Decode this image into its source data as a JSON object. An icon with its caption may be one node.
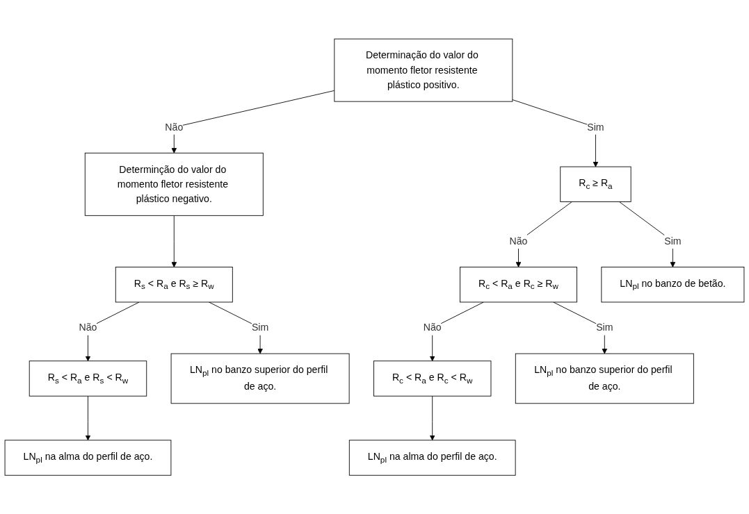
{
  "diagram": {
    "nodes": [
      {
        "text": [
          "Determinação do valor do momento fletor resistente plástico positivo."
        ]
      },
      {
        "text": [
          "Determinção do valor do momento fletor resistente plástico negativo."
        ]
      },
      {
        "text": [
          "R$_{c}$ ≥ R$_{a}$"
        ]
      },
      {
        "text": [
          "R$_{c}$ < R$_{a}$ e R$_{c}$ ≥ R$_{w}$"
        ]
      },
      {
        "text": [
          "LN$_{pl}$ no banzo de betão."
        ]
      },
      {
        "text": [
          "R$_{c}$ < R$_{a}$ e R$_{c}$ < R$_{w}$"
        ]
      },
      {
        "text": [
          "LN$_{pl}$ no banzo superior do perfil de aço."
        ]
      },
      {
        "text": [
          "LN$_{pl}$ na alma do perfil de aço."
        ]
      },
      {
        "text": [
          "R$_{s}$ < R$_{a}$ e R$_{s}$ ≥ R$_{w}$"
        ]
      },
      {
        "text": [
          "R$_{s}$ < R$_{a}$ e R$_{s}$ < R$_{w}$"
        ]
      },
      {
        "text": [
          "LN$_{pl}$ no banzo superior do perfil de aço."
        ]
      },
      {
        "text": [
          "LN$_{pl}$ na alma do perfil de aço."
        ]
      }
    ],
    "edges": [
      {
        "from": 0,
        "to": 1,
        "arrow": "to",
        "label": "Não"
      },
      {
        "from": 0,
        "to": 2,
        "arrow": "to",
        "label": "Sim"
      },
      {
        "from": 2,
        "to": 3,
        "arrow": "to",
        "label": "Não"
      },
      {
        "from": 2,
        "to": 4,
        "arrow": "to",
        "label": "Sim"
      },
      {
        "from": 3,
        "to": 5,
        "arrow": "to",
        "label": "Não"
      },
      {
        "from": 3,
        "to": 6,
        "arrow": "to",
        "label": "Sim"
      },
      {
        "from": 5,
        "to": 7,
        "arrow": "to"
      },
      {
        "from": 1,
        "to": 8,
        "arrow": "to"
      },
      {
        "from": 8,
        "to": 9,
        "arrow": "to",
        "label": "Não"
      },
      {
        "from": 8,
        "to": 10,
        "arrow": "to",
        "label": "Sim"
      },
      {
        "from": 9,
        "to": 11,
        "arrow": "to"
      }
    ]
  }
}
